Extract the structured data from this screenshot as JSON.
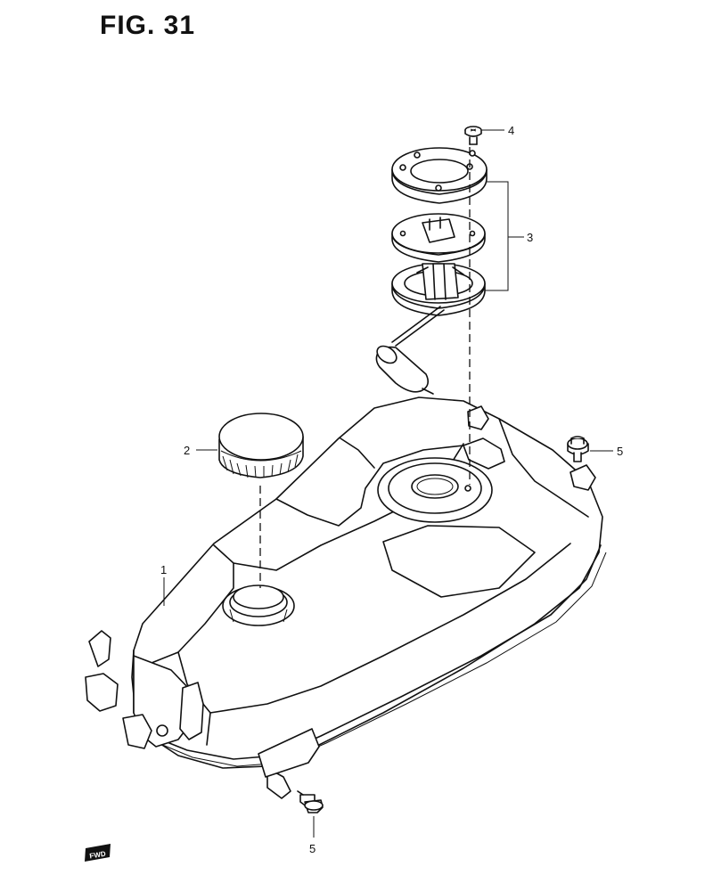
{
  "figure": {
    "title": "FIG. 31"
  },
  "callouts": [
    {
      "id": "callout-1",
      "label": "1"
    },
    {
      "id": "callout-2",
      "label": "2"
    },
    {
      "id": "callout-3",
      "label": "3"
    },
    {
      "id": "callout-4",
      "label": "4"
    },
    {
      "id": "callout-5a",
      "label": "5"
    },
    {
      "id": "callout-5b",
      "label": "5"
    }
  ],
  "parts": [
    "fuel-tank",
    "fuel-cap",
    "fuel-pump-sender-assembly",
    "screw",
    "bolt"
  ],
  "badge": {
    "text": "FWD"
  }
}
